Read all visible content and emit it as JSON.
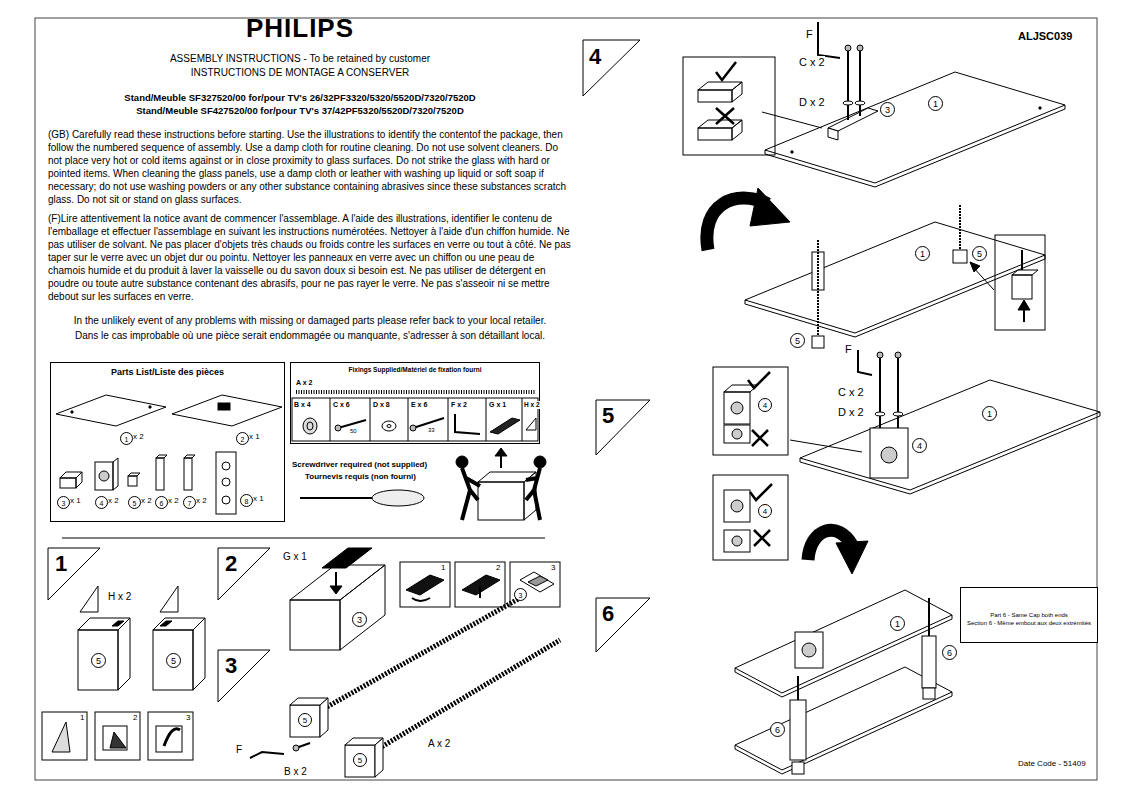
{
  "diagram": {
    "title": "ASSEMBLY INSTRUCTIONS - To be retained by customer",
    "nodes": [
      {
        "text": [
          "Parts List/Liste des pièces"
        ]
      },
      {
        "text": [
          "Fixings Supplied/Matériel de fixation fourni"
        ]
      },
      {
        "text": [
          "Part 6 - Same Cap both ends",
          "Section 6 - Même embout aux deux extrémités"
        ]
      }
    ],
    "labels": [
      "PHILIPS",
      "INSTRUCTIONS DE MONTAGE A CONSERVER",
      "Stand/Meuble SF327520/00 for/pour TV's 26/32PF3320/5320/5520D/7320/7520D",
      "Stand/Meuble SF427520/00 for/pour TV's 37/42PF5320/5520D/7320/7520D",
      "(GB) Carefully read these instructions before starting. Use the illustrations to identify the contentof the package, then follow the numbered sequence of assembly. Use a damp cloth for routine cleaning. Do not use solvent cleaners. Do not place very hot or cold items against or in close proximity to glass surfaces. Do not strike the glass with hard or pointed items. When cleaning the glass panels, use a damp cloth or leather with washing up liquid or soft soap if necessary; do not use washing powders or any other substance containing abrasives since these substances scratch glass. Do not sit or stand on glass surfaces.",
      "(F)Lire attentivement la notice avant de commencer l'assemblage. A l'aide des illustrations, identifier le contenu de l'emballage et effectuer l'assemblage en suivant les instructions numérotées. Nettoyer à l'aide d'un chiffon humide. Ne pas utiliser de solvant. Ne pas placer d'objets très chauds ou froids contre les surfaces en verre ou tout à côté. Ne pas taper sur le verre avec un objet dur ou pointu. Nettoyer les panneaux en verre avec un chiffon ou une peau de chamois humide et du produit à laver la vaisselle ou du savon doux si besoin est. Ne pas utiliser de détergent en poudre ou toute autre substance contenant des abrasifs, pour ne pas rayer le verre. Ne pas s'asseoir ni se mettre debout sur les surfaces en verre.",
      "In the unlikely event of any problems with missing or damaged parts please refer back to your local retailer.",
      "Dans le cas improbable où une pièce serait endommagée ou manquante, s'adresser à son détaillant local.",
      "1",
      "x 2",
      "2",
      "x 1",
      "3",
      "x 1",
      "4",
      "x 2",
      "5",
      "x 2",
      "6",
      "x 2",
      "7",
      "x 2",
      "8",
      "x 1",
      "A x 2",
      "B x 4",
      "C x 6",
      "D x 8",
      "E x 6",
      "F x 2",
      "G x 1",
      "H x 2",
      "50",
      "33",
      "Screwdriver required (not supplied)",
      "Tournevis requis (non fourni)",
      "1",
      "H x 2",
      "5",
      "5",
      "1",
      "2",
      "3",
      "2",
      "G x 1",
      "3",
      "1",
      "2",
      "3",
      "3",
      "3",
      "5",
      "5",
      "A x 2",
      "F",
      "B x 2",
      "4",
      "ALJSC039",
      "F",
      "C x 2",
      "D x 2",
      "1",
      "3",
      "1",
      "5",
      "5",
      "5",
      "F",
      "C x 2",
      "D x 2",
      "1",
      "4",
      "4",
      "4",
      "6",
      "1",
      "6",
      "6",
      "Date Code - 51409"
    ]
  }
}
